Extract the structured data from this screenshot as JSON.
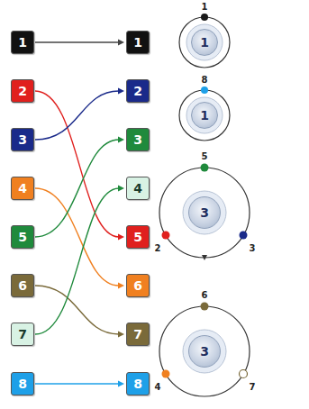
{
  "diagram": {
    "nodes": [
      {
        "text": [
          "1"
        ]
      },
      {
        "text": [
          "2"
        ]
      },
      {
        "text": [
          "3"
        ]
      },
      {
        "text": [
          "4"
        ]
      },
      {
        "text": [
          "5"
        ]
      },
      {
        "text": [
          "6"
        ]
      },
      {
        "text": [
          "7"
        ]
      },
      {
        "text": [
          "8"
        ]
      },
      {
        "text": [
          "1"
        ]
      },
      {
        "text": [
          "2"
        ]
      },
      {
        "text": [
          "3"
        ]
      },
      {
        "text": [
          "4"
        ]
      },
      {
        "text": [
          "5"
        ]
      },
      {
        "text": [
          "6"
        ]
      },
      {
        "text": [
          "7"
        ]
      },
      {
        "text": [
          "8"
        ]
      },
      {
        "text": [
          "1"
        ]
      },
      {
        "text": [
          "1"
        ]
      },
      {
        "text": [
          "3"
        ]
      },
      {
        "text": [
          "3"
        ]
      }
    ],
    "edges": [
      {
        "from": 0,
        "to": 8,
        "arrow": "to"
      },
      {
        "from": 1,
        "to": 12,
        "arrow": "to"
      },
      {
        "from": 2,
        "to": 9,
        "arrow": "to"
      },
      {
        "from": 3,
        "to": 13,
        "arrow": "to"
      },
      {
        "from": 4,
        "to": 10,
        "arrow": "to"
      },
      {
        "from": 5,
        "to": 14,
        "arrow": "to"
      },
      {
        "from": 6,
        "to": 11,
        "arrow": "to"
      },
      {
        "from": 7,
        "to": 15,
        "arrow": "to"
      }
    ],
    "labels": [
      "1",
      "8",
      "5",
      "2",
      "3",
      "6",
      "4",
      "7"
    ]
  }
}
